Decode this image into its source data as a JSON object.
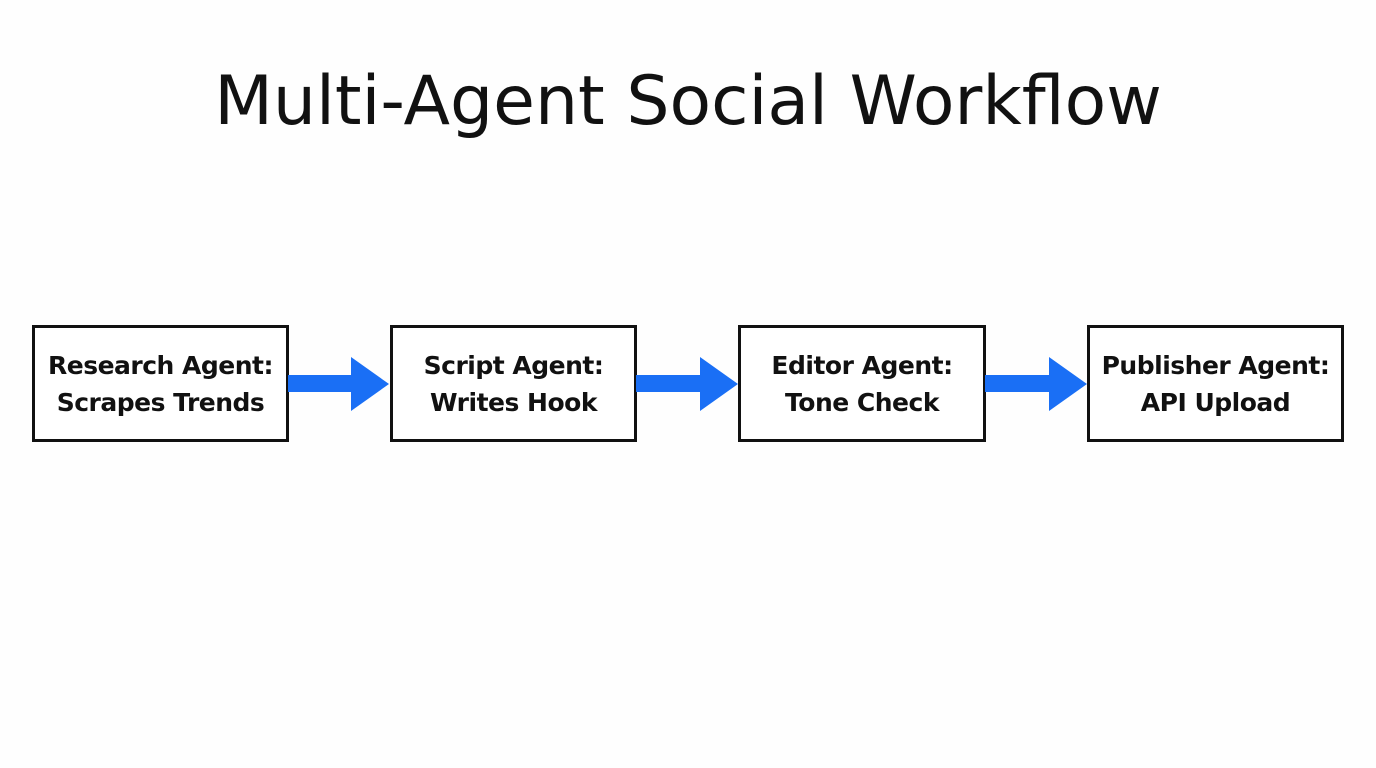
{
  "title": "Multi-Agent Social Workflow",
  "colors": {
    "arrow": "#1a6ff5",
    "border": "#111111",
    "background": "#fefefe"
  },
  "nodes": [
    {
      "line1": "Research Agent:",
      "line2": "Scrapes Trends"
    },
    {
      "line1": "Script Agent:",
      "line2": "Writes Hook"
    },
    {
      "line1": "Editor Agent:",
      "line2": "Tone Check"
    },
    {
      "line1": "Publisher Agent:",
      "line2": "API Upload"
    }
  ],
  "edges": [
    {
      "from": 0,
      "to": 1
    },
    {
      "from": 1,
      "to": 2
    },
    {
      "from": 2,
      "to": 3
    }
  ]
}
